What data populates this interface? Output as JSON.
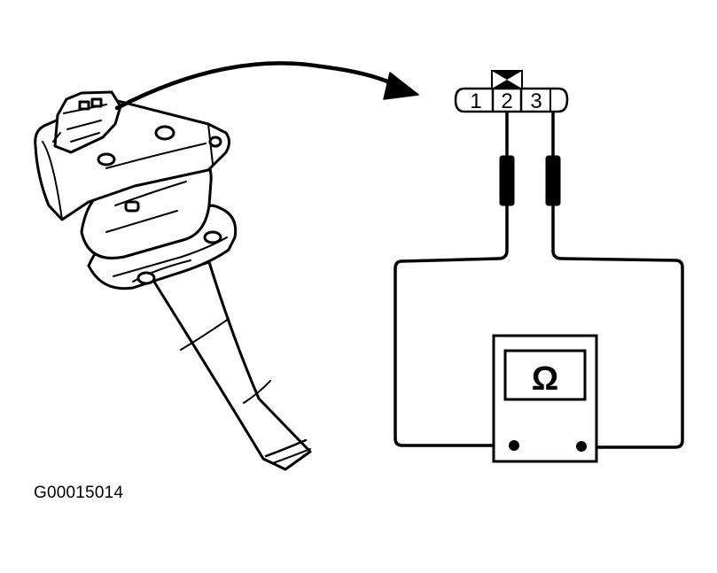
{
  "figure": {
    "id_label": "G00015014"
  },
  "connector": {
    "pins": [
      "1",
      "2",
      "3"
    ]
  },
  "meter": {
    "symbol": "Ω",
    "type": "ohmmeter"
  },
  "colors": {
    "line": "#000000",
    "background": "#ffffff"
  }
}
